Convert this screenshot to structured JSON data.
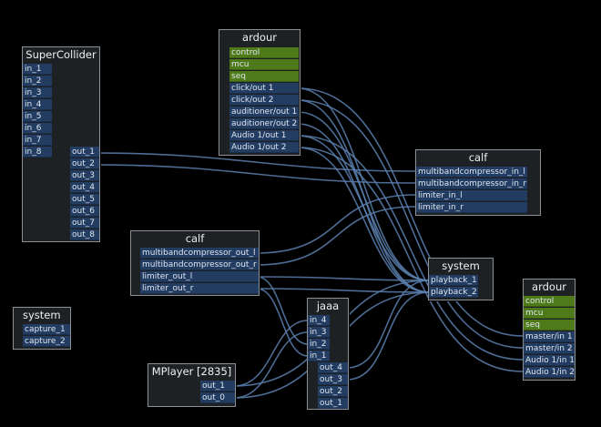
{
  "nodes": {
    "supercollider": {
      "title": "SuperCollider",
      "inputs": [
        "in_1",
        "in_2",
        "in_3",
        "in_4",
        "in_5",
        "in_6",
        "in_7",
        "in_8"
      ],
      "outputs": [
        "out_1",
        "out_2",
        "out_3",
        "out_4",
        "out_5",
        "out_6",
        "out_7",
        "out_8"
      ]
    },
    "ardour_top": {
      "title": "ardour",
      "ports": [
        "control",
        "mcu",
        "seq",
        "click/out 1",
        "click/out 2",
        "auditioner/out 1",
        "auditioner/out 2",
        "Audio 1/out 1",
        "Audio 1/out 2"
      ]
    },
    "calf_top": {
      "title": "calf",
      "inputs": [
        "multibandcompressor_in_l",
        "multibandcompressor_in_r",
        "limiter_in_l",
        "limiter_in_r"
      ]
    },
    "calf_mid": {
      "title": "calf",
      "outputs": [
        "multibandcompressor_out_l",
        "multibandcompressor_out_r",
        "limiter_out_l",
        "limiter_out_r"
      ]
    },
    "system_play": {
      "title": "system",
      "inputs": [
        "playback_1",
        "playback_2"
      ]
    },
    "system_capture": {
      "title": "system",
      "outputs": [
        "capture_1",
        "capture_2"
      ]
    },
    "jaaa": {
      "title": "jaaa",
      "inputs": [
        "in_4",
        "in_3",
        "in_2",
        "in_1"
      ],
      "outputs": [
        "out_4",
        "out_3",
        "out_2",
        "out_1"
      ]
    },
    "mplayer": {
      "title": "MPlayer [2835]",
      "outputs": [
        "out_1",
        "out_0"
      ]
    },
    "ardour_bottom": {
      "title": "ardour",
      "ports": [
        "control",
        "mcu",
        "seq",
        "master/in 1",
        "master/in 2",
        "Audio 1/in 1",
        "Audio 1/in 2"
      ]
    }
  },
  "colors": {
    "background": "#000000",
    "node": "#1e2124",
    "node_border": "#8c9094",
    "audio_port": "#233c62",
    "midi_port": "#4f7a1a",
    "wire": "#5b7fae"
  }
}
